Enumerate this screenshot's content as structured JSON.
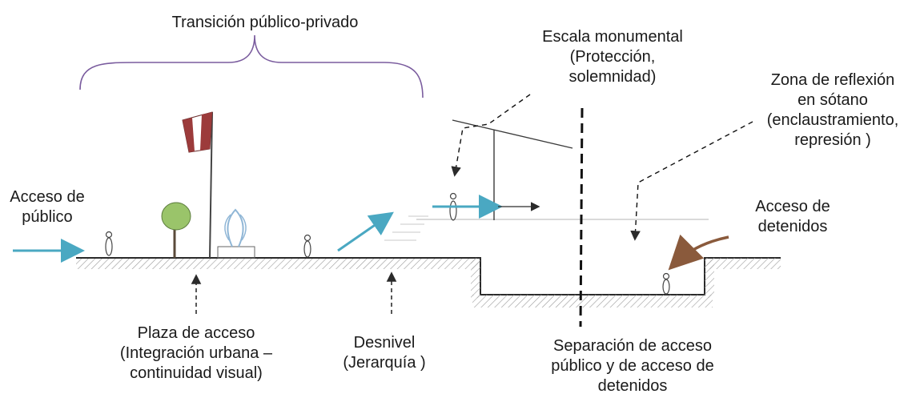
{
  "colors": {
    "ink": "#2b2b2b",
    "arrow_blue": "#4aa8c2",
    "bracket_purple": "#7a5c9e",
    "flag_red": "#9c3b3b",
    "tree_green": "#9ac46a",
    "fountain_blue": "#8fb6d6",
    "arrow_brown": "#8a5a3c",
    "hatch": "#9a9a9a"
  },
  "labels": {
    "transition": "Transición público-privado",
    "monumental": [
      "Escala monumental",
      "(Protección,",
      "solemnidad)"
    ],
    "reflection": [
      "Zona de reflexión",
      "en sótano",
      "(enclaustramiento,",
      "represión )"
    ],
    "public_access": [
      "Acceso de",
      "público"
    ],
    "detainee_access": [
      "Acceso de",
      "detenidos"
    ],
    "plaza": [
      "Plaza de acceso",
      "(Integración urbana –",
      "continuidad visual)"
    ],
    "level_change": [
      "Desnivel",
      "(Jerarquía )"
    ],
    "separation": [
      "Separación de acceso",
      "público y de acceso de",
      "detenidos"
    ]
  },
  "icons": [
    "flag-icon",
    "tree-icon",
    "fountain-icon",
    "person-icon"
  ]
}
